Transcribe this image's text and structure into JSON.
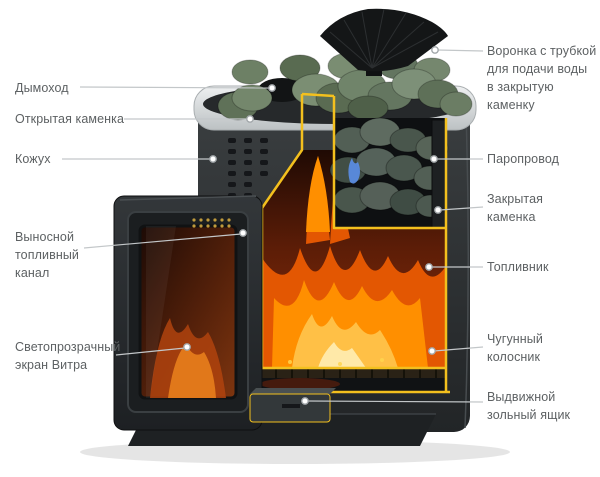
{
  "diagram": {
    "callouts": {
      "left": [
        {
          "id": "dymokhod",
          "text": "Дымоход"
        },
        {
          "id": "open-kamenka",
          "text": "Открытая каменка"
        },
        {
          "id": "kozhukh",
          "text": "Кожух"
        },
        {
          "id": "fuel-channel",
          "text": "Выносной топливный канал"
        },
        {
          "id": "vitra-screen",
          "text": "Светопрозрачный экран Витра"
        }
      ],
      "right": [
        {
          "id": "funnel",
          "text": "Воронка с трубкой для подачи воды в закрытую каменку"
        },
        {
          "id": "steam-pipe",
          "text": "Паропровод"
        },
        {
          "id": "closed-kamenka",
          "text": "Закрытая каменка"
        },
        {
          "id": "firebox",
          "text": "Топливник"
        },
        {
          "id": "grate",
          "text": "Чугунный колосник"
        },
        {
          "id": "ash-drawer",
          "text": "Выдвижной зольный ящик"
        }
      ]
    },
    "colors": {
      "label_text": "#5d6163",
      "leader_line": "#c3c7c9",
      "cut_edge": "#f3c01e",
      "stove_body": "#2a2d2f",
      "flame": "#ff8f00",
      "stones": "#6f8468"
    }
  }
}
